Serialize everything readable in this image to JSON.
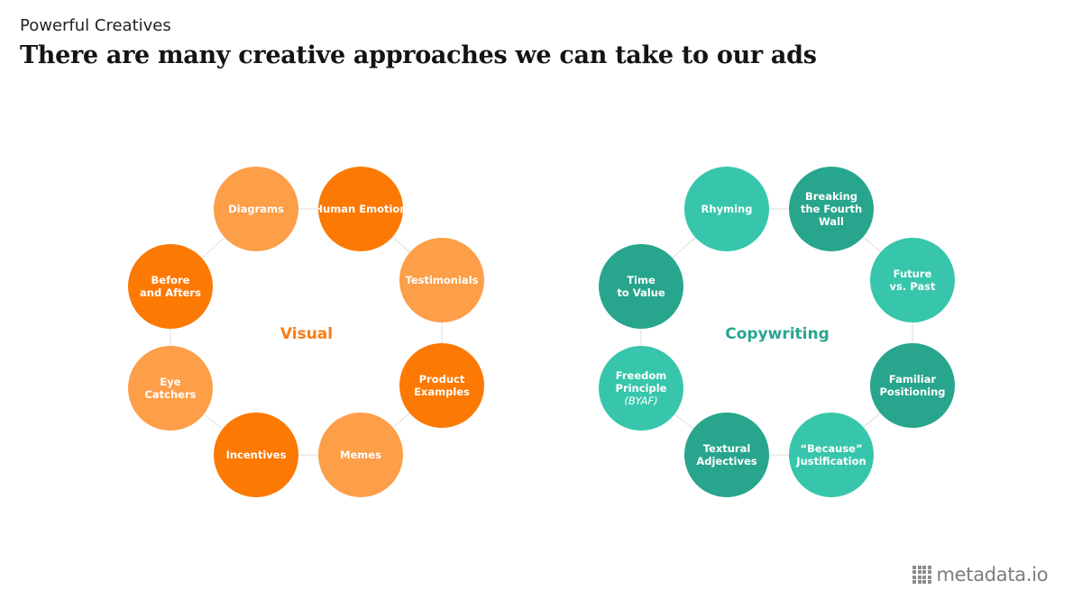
{
  "header": {
    "eyebrow": "Powerful Creatives",
    "title": "There are many creative approaches we can take to our ads"
  },
  "colors": {
    "orange_light": "#fd9e48",
    "orange_dark": "#fc7904",
    "teal_light": "#37c6ab",
    "teal_dark": "#27a58d",
    "connector": "#dddddd"
  },
  "rings": [
    {
      "id": "visual",
      "label": "Visual",
      "label_color": "#f97d12",
      "nodes": [
        {
          "name": "diagrams",
          "lines": [
            "Diagrams"
          ],
          "tone": "light"
        },
        {
          "name": "human-emotion",
          "lines": [
            "Human Emotion"
          ],
          "tone": "dark"
        },
        {
          "name": "testimonials",
          "lines": [
            "Testimonials"
          ],
          "tone": "light"
        },
        {
          "name": "product-examples",
          "lines": [
            "Product",
            "Examples"
          ],
          "tone": "dark"
        },
        {
          "name": "memes",
          "lines": [
            "Memes"
          ],
          "tone": "light"
        },
        {
          "name": "incentives",
          "lines": [
            "Incentives"
          ],
          "tone": "dark"
        },
        {
          "name": "eye-catchers",
          "lines": [
            "Eye",
            "Catchers"
          ],
          "tone": "light"
        },
        {
          "name": "before-and-afters",
          "lines": [
            "Before",
            "and Afters"
          ],
          "tone": "dark"
        }
      ]
    },
    {
      "id": "copywriting",
      "label": "Copywriting",
      "label_color": "#2aa58f",
      "nodes": [
        {
          "name": "rhyming",
          "lines": [
            "Rhyming"
          ],
          "tone": "light"
        },
        {
          "name": "breaking-the-fourth-wall",
          "lines": [
            "Breaking",
            "the Fourth",
            "Wall"
          ],
          "tone": "dark"
        },
        {
          "name": "future-vs-past",
          "lines": [
            "Future",
            "vs. Past"
          ],
          "tone": "light"
        },
        {
          "name": "familiar-positioning",
          "lines": [
            "Familiar",
            "Positioning"
          ],
          "tone": "dark"
        },
        {
          "name": "because-justification",
          "lines": [
            "“Because”",
            "Justification"
          ],
          "tone": "light"
        },
        {
          "name": "textural-adjectives",
          "lines": [
            "Textural",
            "Adjectives"
          ],
          "tone": "dark"
        },
        {
          "name": "freedom-principle",
          "lines": [
            "Freedom",
            "Principle"
          ],
          "sub": "(BYAF)",
          "tone": "light"
        },
        {
          "name": "time-to-value",
          "lines": [
            "Time",
            "to Value"
          ],
          "tone": "dark"
        }
      ]
    }
  ],
  "footer": {
    "logo_text": "metadata.io"
  }
}
